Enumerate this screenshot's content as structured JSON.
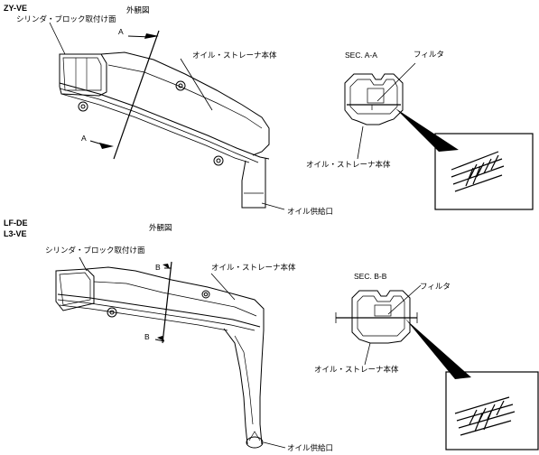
{
  "top": {
    "models": [
      "ZY-VE"
    ],
    "external_view": "外観図",
    "cyl_block_face": "シリンダ・ブロック取付け面",
    "section_mark": "A",
    "strainer_body": "オイル・ストレーナ本体",
    "section_title": "SEC. A-A",
    "filter": "フィルタ",
    "strainer_body_sec": "オイル・ストレーナ本体",
    "oil_inlet": "オイル供給口"
  },
  "bottom": {
    "models": [
      "LF-DE",
      "L3-VE"
    ],
    "external_view": "外観図",
    "cyl_block_face": "シリンダ・ブロック取付け面",
    "section_mark": "B",
    "strainer_body": "オイル・ストレーナ本体",
    "section_title": "SEC. B-B",
    "filter": "フィルタ",
    "strainer_body_sec": "オイル・ストレーナ本体",
    "oil_inlet": "オイル供給口"
  }
}
